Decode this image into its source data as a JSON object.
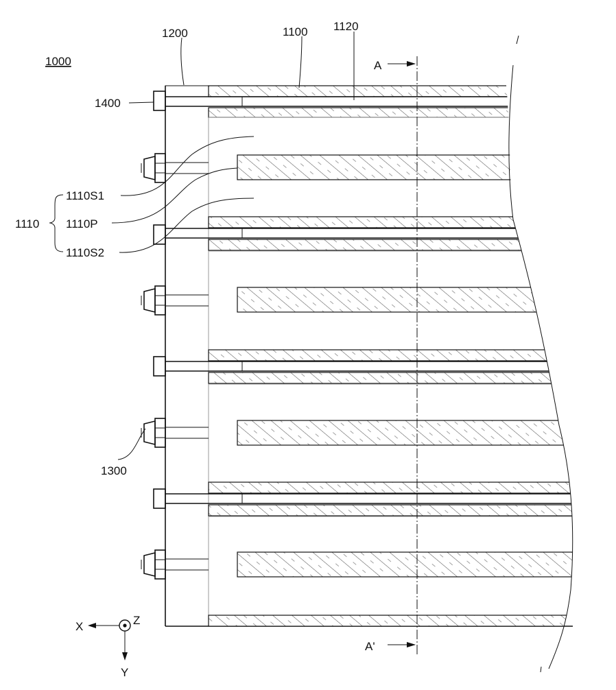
{
  "figure": {
    "ref_main": "1000",
    "labels": {
      "housing": "1200",
      "cell_top": "1100",
      "gap": "1120",
      "clamp": "1400",
      "cell_group": "1110",
      "sub_s1": "1110S1",
      "sub_p": "1110P",
      "sub_s2": "1110S2",
      "connector": "1300",
      "section_top": "A",
      "section_bottom": "A'"
    },
    "axes": {
      "x": "X",
      "y": "Y",
      "z": "Z"
    }
  }
}
